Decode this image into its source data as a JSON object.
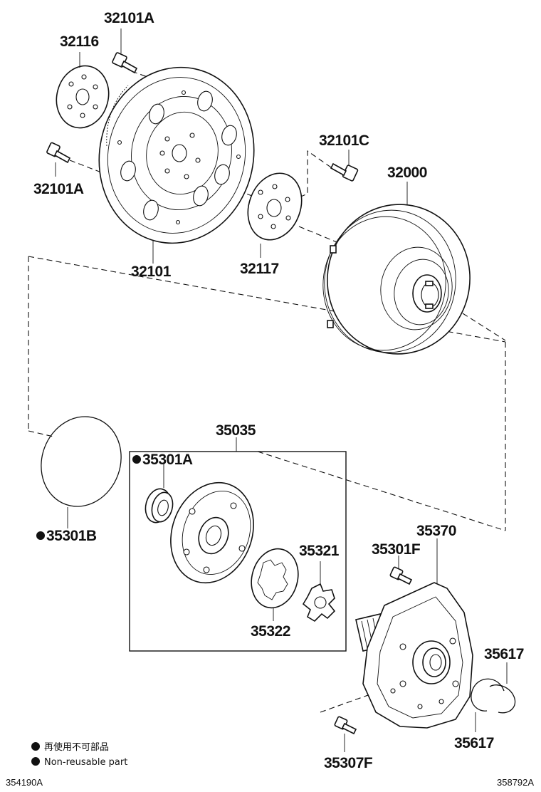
{
  "parts": {
    "p32101A_top": "32101A",
    "p32116": "32116",
    "p32101A_left": "32101A",
    "p32101C": "32101C",
    "p32000": "32000",
    "p32101": "32101",
    "p32117": "32117",
    "p35035": "35035",
    "p35301A": "35301A",
    "p35301B": "35301B",
    "p35321": "35321",
    "p35322": "35322",
    "p35370": "35370",
    "p35301F": "35301F",
    "p35617_a": "35617",
    "p35617_b": "35617",
    "p35307F": "35307F"
  },
  "legend": {
    "jp": "再使用不可部品",
    "en": "Non-reusable part"
  },
  "codes": {
    "left": "354190A",
    "right": "358792A"
  },
  "colors": {
    "ink": "#111111",
    "background": "#ffffff"
  }
}
